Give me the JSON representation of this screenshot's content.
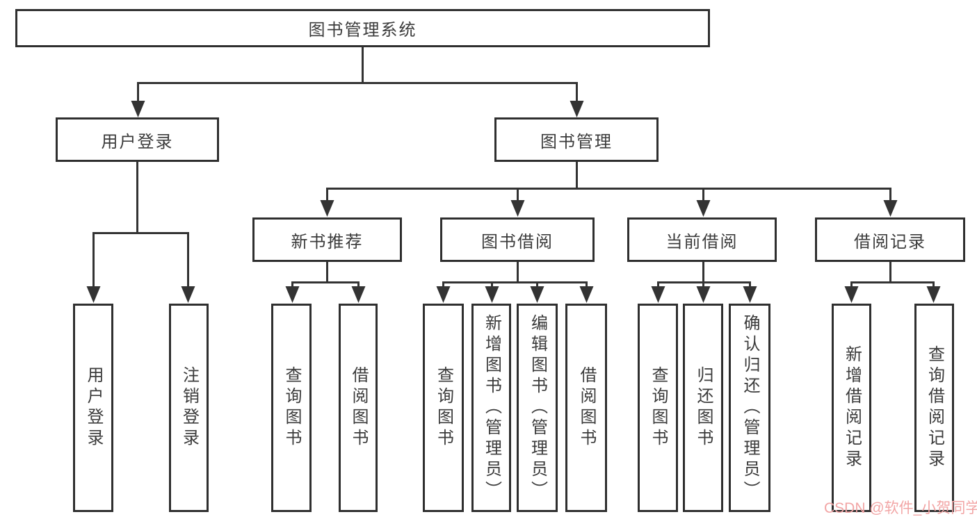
{
  "diagram": {
    "type": "hierarchy-tree",
    "orientation": "top-down"
  },
  "tree": {
    "label": "图书管理系统",
    "children": [
      {
        "label": "用户登录",
        "children": [
          {
            "label": "用户登录"
          },
          {
            "label": "注销登录"
          }
        ]
      },
      {
        "label": "图书管理",
        "children": [
          {
            "label": "新书推荐",
            "children": [
              {
                "label": "查询图书"
              },
              {
                "label": "借阅图书"
              }
            ]
          },
          {
            "label": "图书借阅",
            "children": [
              {
                "label": "查询图书"
              },
              {
                "label": "新增图书（管理员）"
              },
              {
                "label": "编辑图书（管理员）"
              },
              {
                "label": "借阅图书"
              }
            ]
          },
          {
            "label": "当前借阅",
            "children": [
              {
                "label": "查询图书"
              },
              {
                "label": "归还图书"
              },
              {
                "label": "确认归还（管理员）"
              }
            ]
          },
          {
            "label": "借阅记录",
            "children": [
              {
                "label": "新增借阅记录"
              },
              {
                "label": "查询借阅记录"
              }
            ]
          }
        ]
      }
    ]
  },
  "watermark": {
    "text": "CSDN @软件_小贺同学",
    "color": "#f2a5a5"
  },
  "colors": {
    "line": "#333333",
    "box_border": "#2f2f2f",
    "box_fill": "#ffffff",
    "text": "#3b3b3b",
    "background": "#ffffff"
  }
}
